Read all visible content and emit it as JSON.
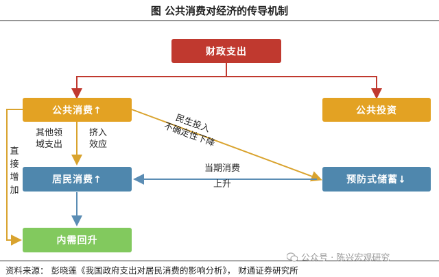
{
  "title": "图  公共消费对经济的传导机制",
  "nodes": {
    "fiscal": "财政支出",
    "public_consumption": "公共消费↑",
    "public_investment": "公共投资",
    "household_consumption": "居民消费↑",
    "precautionary_saving": "预防式储蓄↓",
    "domestic_demand": "内需回升"
  },
  "labels": {
    "other_areas": [
      "其他领",
      "域支出"
    ],
    "crowd_in": [
      "挤入",
      "效应"
    ],
    "livelihood": [
      "民生投入",
      "不确定性下降"
    ],
    "current_consumption": [
      "当期消费",
      "上升"
    ],
    "direct_increase": "直接增加"
  },
  "colors": {
    "fiscal": "#c0392f",
    "public": "#e3a223",
    "household": "#4f87ad",
    "demand": "#82c95e",
    "arrow_red": "#c0392f",
    "arrow_gold": "#d9a32e",
    "arrow_blue": "#5b8db4"
  },
  "footer": "资料来源：  彭晓莲《我国政府支出对居民消费的影响分析》，  财通证券研究所",
  "watermark": "公众号 · 陈兴宏观研究"
}
